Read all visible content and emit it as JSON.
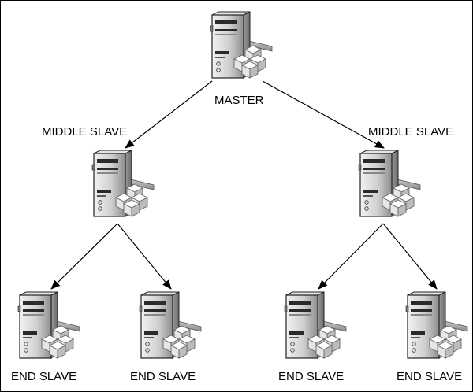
{
  "diagram": {
    "nodes": {
      "master": {
        "label": "MASTER",
        "icon": "server-icon"
      },
      "middle_left": {
        "label": "MIDDLE SLAVE",
        "icon": "server-icon"
      },
      "middle_right": {
        "label": "MIDDLE SLAVE",
        "icon": "server-icon"
      },
      "end_1": {
        "label": "END SLAVE",
        "icon": "server-icon"
      },
      "end_2": {
        "label": "END SLAVE",
        "icon": "server-icon"
      },
      "end_3": {
        "label": "END SLAVE",
        "icon": "server-icon"
      },
      "end_4": {
        "label": "END SLAVE",
        "icon": "server-icon"
      }
    },
    "edges": [
      {
        "from": "master",
        "to": "middle_left"
      },
      {
        "from": "master",
        "to": "middle_right"
      },
      {
        "from": "middle_left",
        "to": "end_1"
      },
      {
        "from": "middle_left",
        "to": "end_2"
      },
      {
        "from": "middle_right",
        "to": "end_3"
      },
      {
        "from": "middle_right",
        "to": "end_4"
      }
    ]
  }
}
